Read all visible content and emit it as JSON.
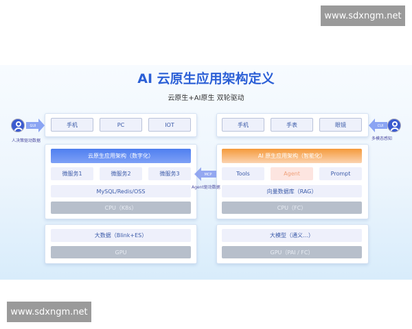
{
  "watermark": "www.sdxngm.net",
  "title": "AI 云原生应用架构定义",
  "subtitle": "云原生+AI原生 双轮驱动",
  "left": {
    "devices": [
      "手机",
      "PC",
      "IOT"
    ],
    "header": "云原生应用架构（数字化）",
    "services": [
      "微服务1",
      "微服务2",
      "微服务3"
    ],
    "storage": "MySQL/Redis/OSS",
    "compute": "CPU（K8s）",
    "data": "大数据（Blink+ES）",
    "gpu": "GPU"
  },
  "right": {
    "devices": [
      "手机",
      "手表",
      "眼镜"
    ],
    "header": "AI 原生应用架构（智能化）",
    "services": [
      "Tools",
      "Agent",
      "Prompt"
    ],
    "storage": "向量数据库（RAG）",
    "compute": "CPU（FC）",
    "data": "大模型（通义…）",
    "gpu": "GPU（PAI / FC）"
  },
  "arrows": {
    "left_tag": "GUI",
    "left_caption": "人决策驱动数据",
    "right_tag": "CUI",
    "right_caption": "多模态感知",
    "mid_tag": "MCP",
    "mid_caption": "Agent驱动数据"
  },
  "colors": {
    "title": "#2b5fd6",
    "blue_header": "#4f7ff0",
    "orange_header": "#f59a3a"
  }
}
